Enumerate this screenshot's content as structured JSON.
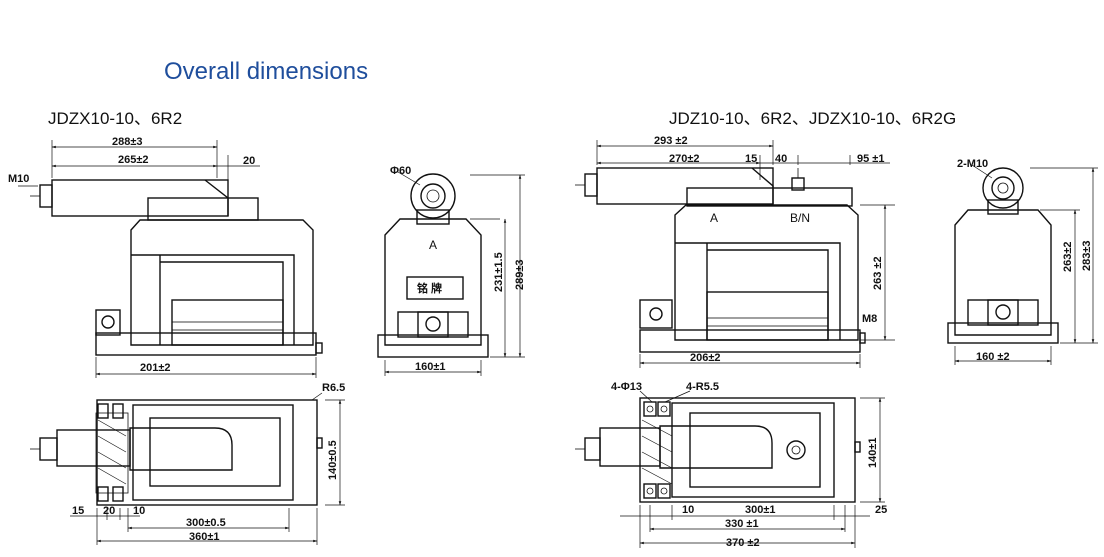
{
  "title": "Overall dimensions",
  "models": {
    "left": "JDZX10-10、6R2",
    "right": "JDZ10-10、6R2、JDZX10-10、6R2G"
  },
  "left_front": {
    "d1": "288±3",
    "d2": "265±2",
    "d3": "20",
    "thread": "M10",
    "base": "201±2"
  },
  "left_side": {
    "diameter": "Φ60",
    "terminal": "A",
    "plate": "铭 牌",
    "h1": "231±1.5",
    "h2": "289±3",
    "width": "160±1"
  },
  "left_top": {
    "radius": "R6.5",
    "d15": "15",
    "d20": "20",
    "d10": "10",
    "inner": "300±0.5",
    "outer": "360±1",
    "depth": "140±0.5"
  },
  "right_front": {
    "d1": "293 ±2",
    "d2": "270±2",
    "d3": "15",
    "d4": "40",
    "d5": "95 ±1",
    "term_a": "A",
    "term_bn": "B/N",
    "height": "263 ±2",
    "ground": "M8",
    "base": "206±2"
  },
  "right_side": {
    "thread": "2-M10",
    "h1": "263±2",
    "h2": "283±3",
    "width": "160 ±2"
  },
  "right_top": {
    "holes": "4-Φ13",
    "radius": "4-R5.5",
    "d10": "10",
    "inner": "300±1",
    "mid": "330 ±1",
    "outer": "370 ±2",
    "d25": "25",
    "depth": "140±1"
  }
}
